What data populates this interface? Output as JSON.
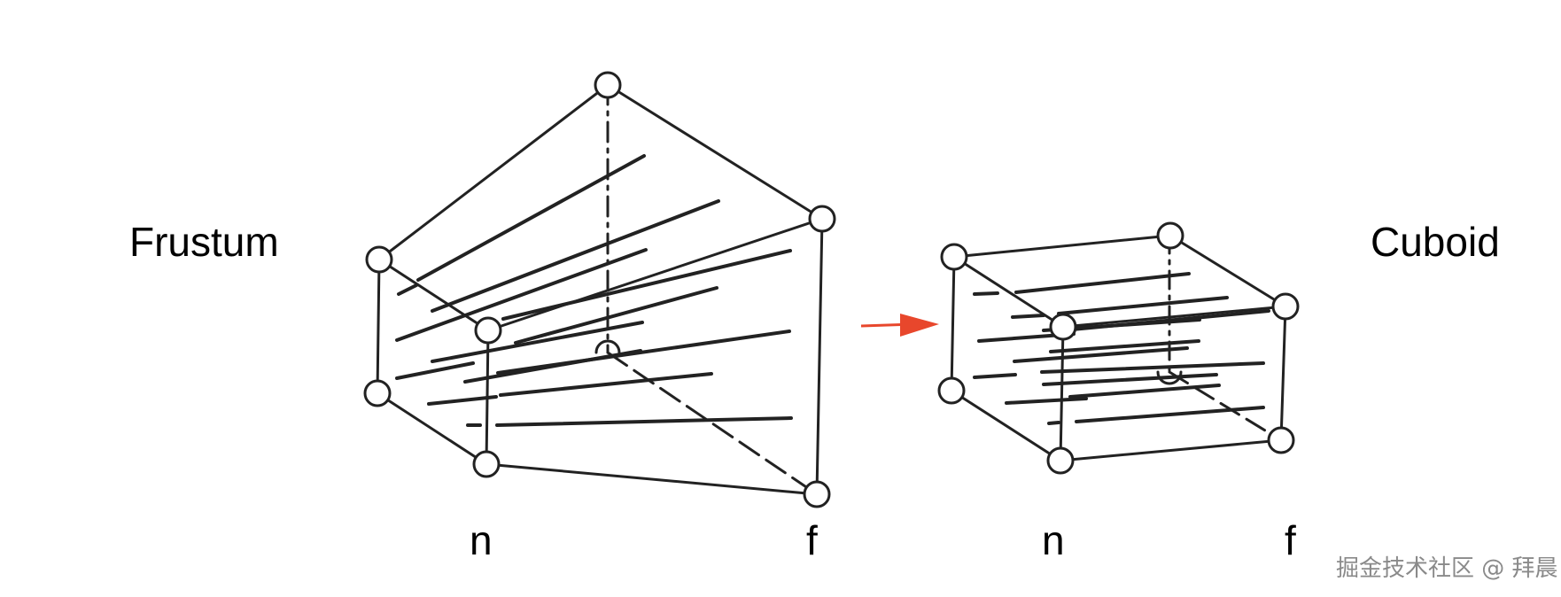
{
  "labels": {
    "left_shape": "Frustum",
    "right_shape": "Cuboid",
    "left_near": "n",
    "left_far": "f",
    "right_near": "n",
    "right_far": "f"
  },
  "watermark": "掘金技术社区 @ 拜晨",
  "colors": {
    "line": "#222222",
    "arrow": "#e8472c",
    "watermark": "#8a8a8a"
  },
  "icons": {
    "transform_arrow": "arrow-right-icon"
  }
}
